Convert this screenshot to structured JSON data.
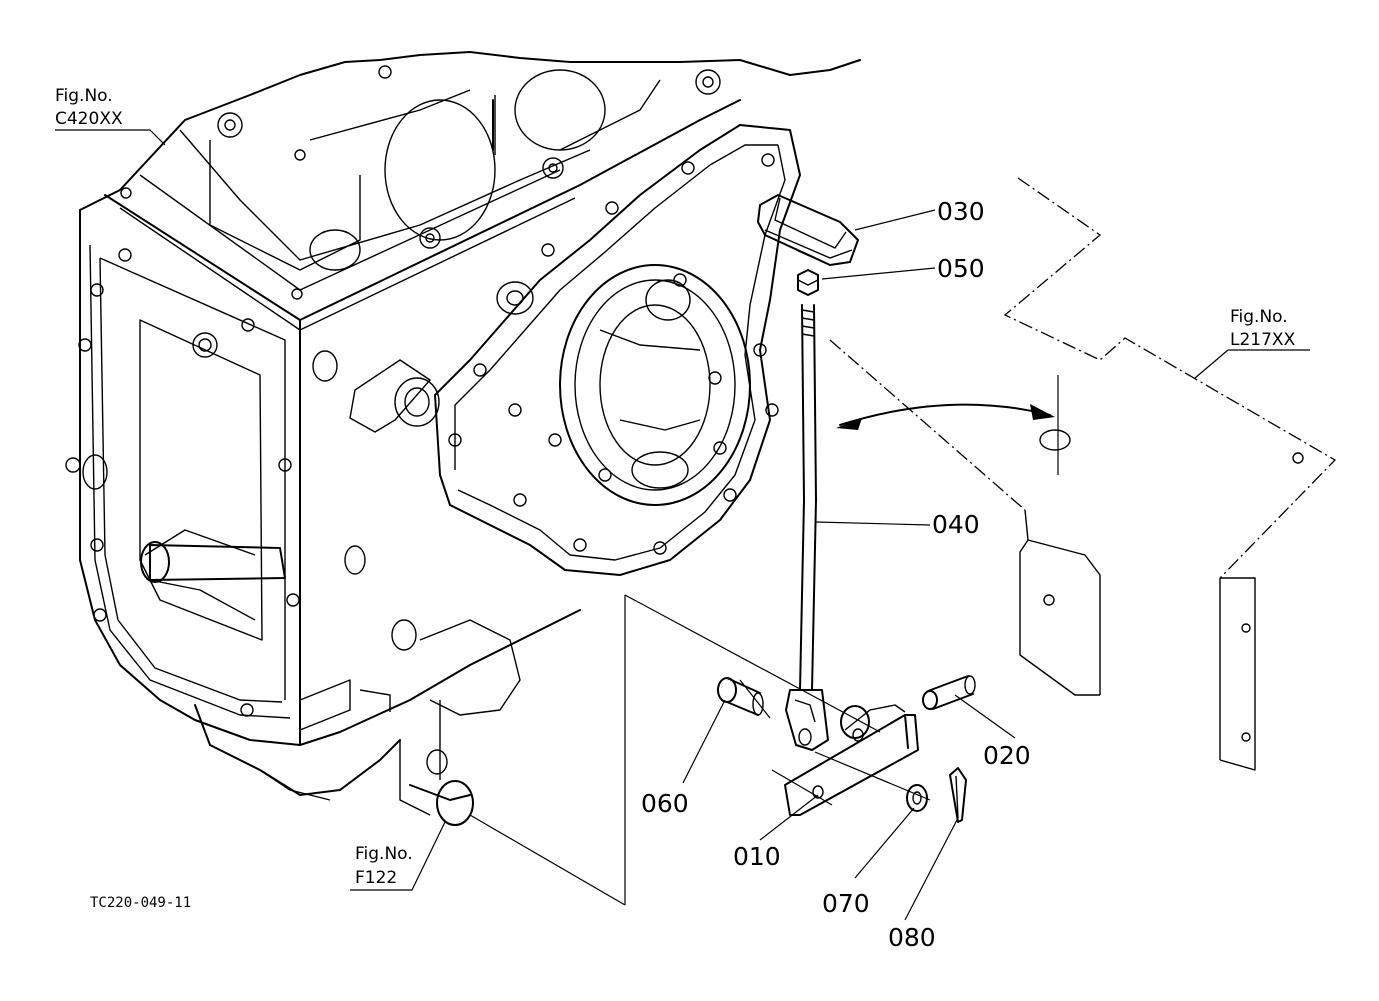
{
  "drawing_code": "TC220-049-11",
  "parts": {
    "p010": "010",
    "p020": "020",
    "p030": "030",
    "p040": "040",
    "p050": "050",
    "p060": "060",
    "p070": "070",
    "p080": "080"
  },
  "figure_refs": {
    "c420": {
      "line1": "Fig.No.",
      "line2": "C420XX"
    },
    "l217": {
      "line1": "Fig.No.",
      "line2": "L217XX"
    },
    "f122": {
      "line1": "Fig.No.",
      "line2": "F122"
    }
  }
}
